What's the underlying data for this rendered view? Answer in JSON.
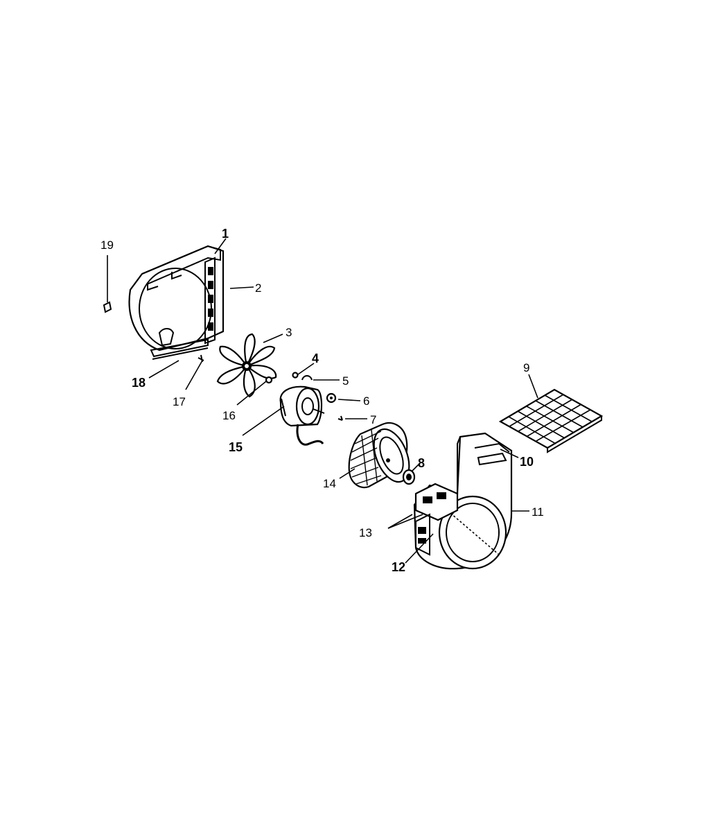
{
  "callouts": [
    {
      "id": "1",
      "bold": true
    },
    {
      "id": "2",
      "bold": false
    },
    {
      "id": "3",
      "bold": false
    },
    {
      "id": "4",
      "bold": true
    },
    {
      "id": "5",
      "bold": false
    },
    {
      "id": "6",
      "bold": false
    },
    {
      "id": "7",
      "bold": false
    },
    {
      "id": "8",
      "bold": true
    },
    {
      "id": "9",
      "bold": false
    },
    {
      "id": "10",
      "bold": true
    },
    {
      "id": "11",
      "bold": false
    },
    {
      "id": "12",
      "bold": true
    },
    {
      "id": "13",
      "bold": false
    },
    {
      "id": "14",
      "bold": false
    },
    {
      "id": "15",
      "bold": true
    },
    {
      "id": "16",
      "bold": false
    },
    {
      "id": "17",
      "bold": false
    },
    {
      "id": "18",
      "bold": true
    },
    {
      "id": "19",
      "bold": false
    }
  ],
  "parts": [
    {
      "name": "condenser-shroud"
    },
    {
      "name": "fan-blade"
    },
    {
      "name": "fan-motor"
    },
    {
      "name": "blower-wheel"
    },
    {
      "name": "blower-scroll-housing"
    },
    {
      "name": "air-filter-grille"
    }
  ]
}
